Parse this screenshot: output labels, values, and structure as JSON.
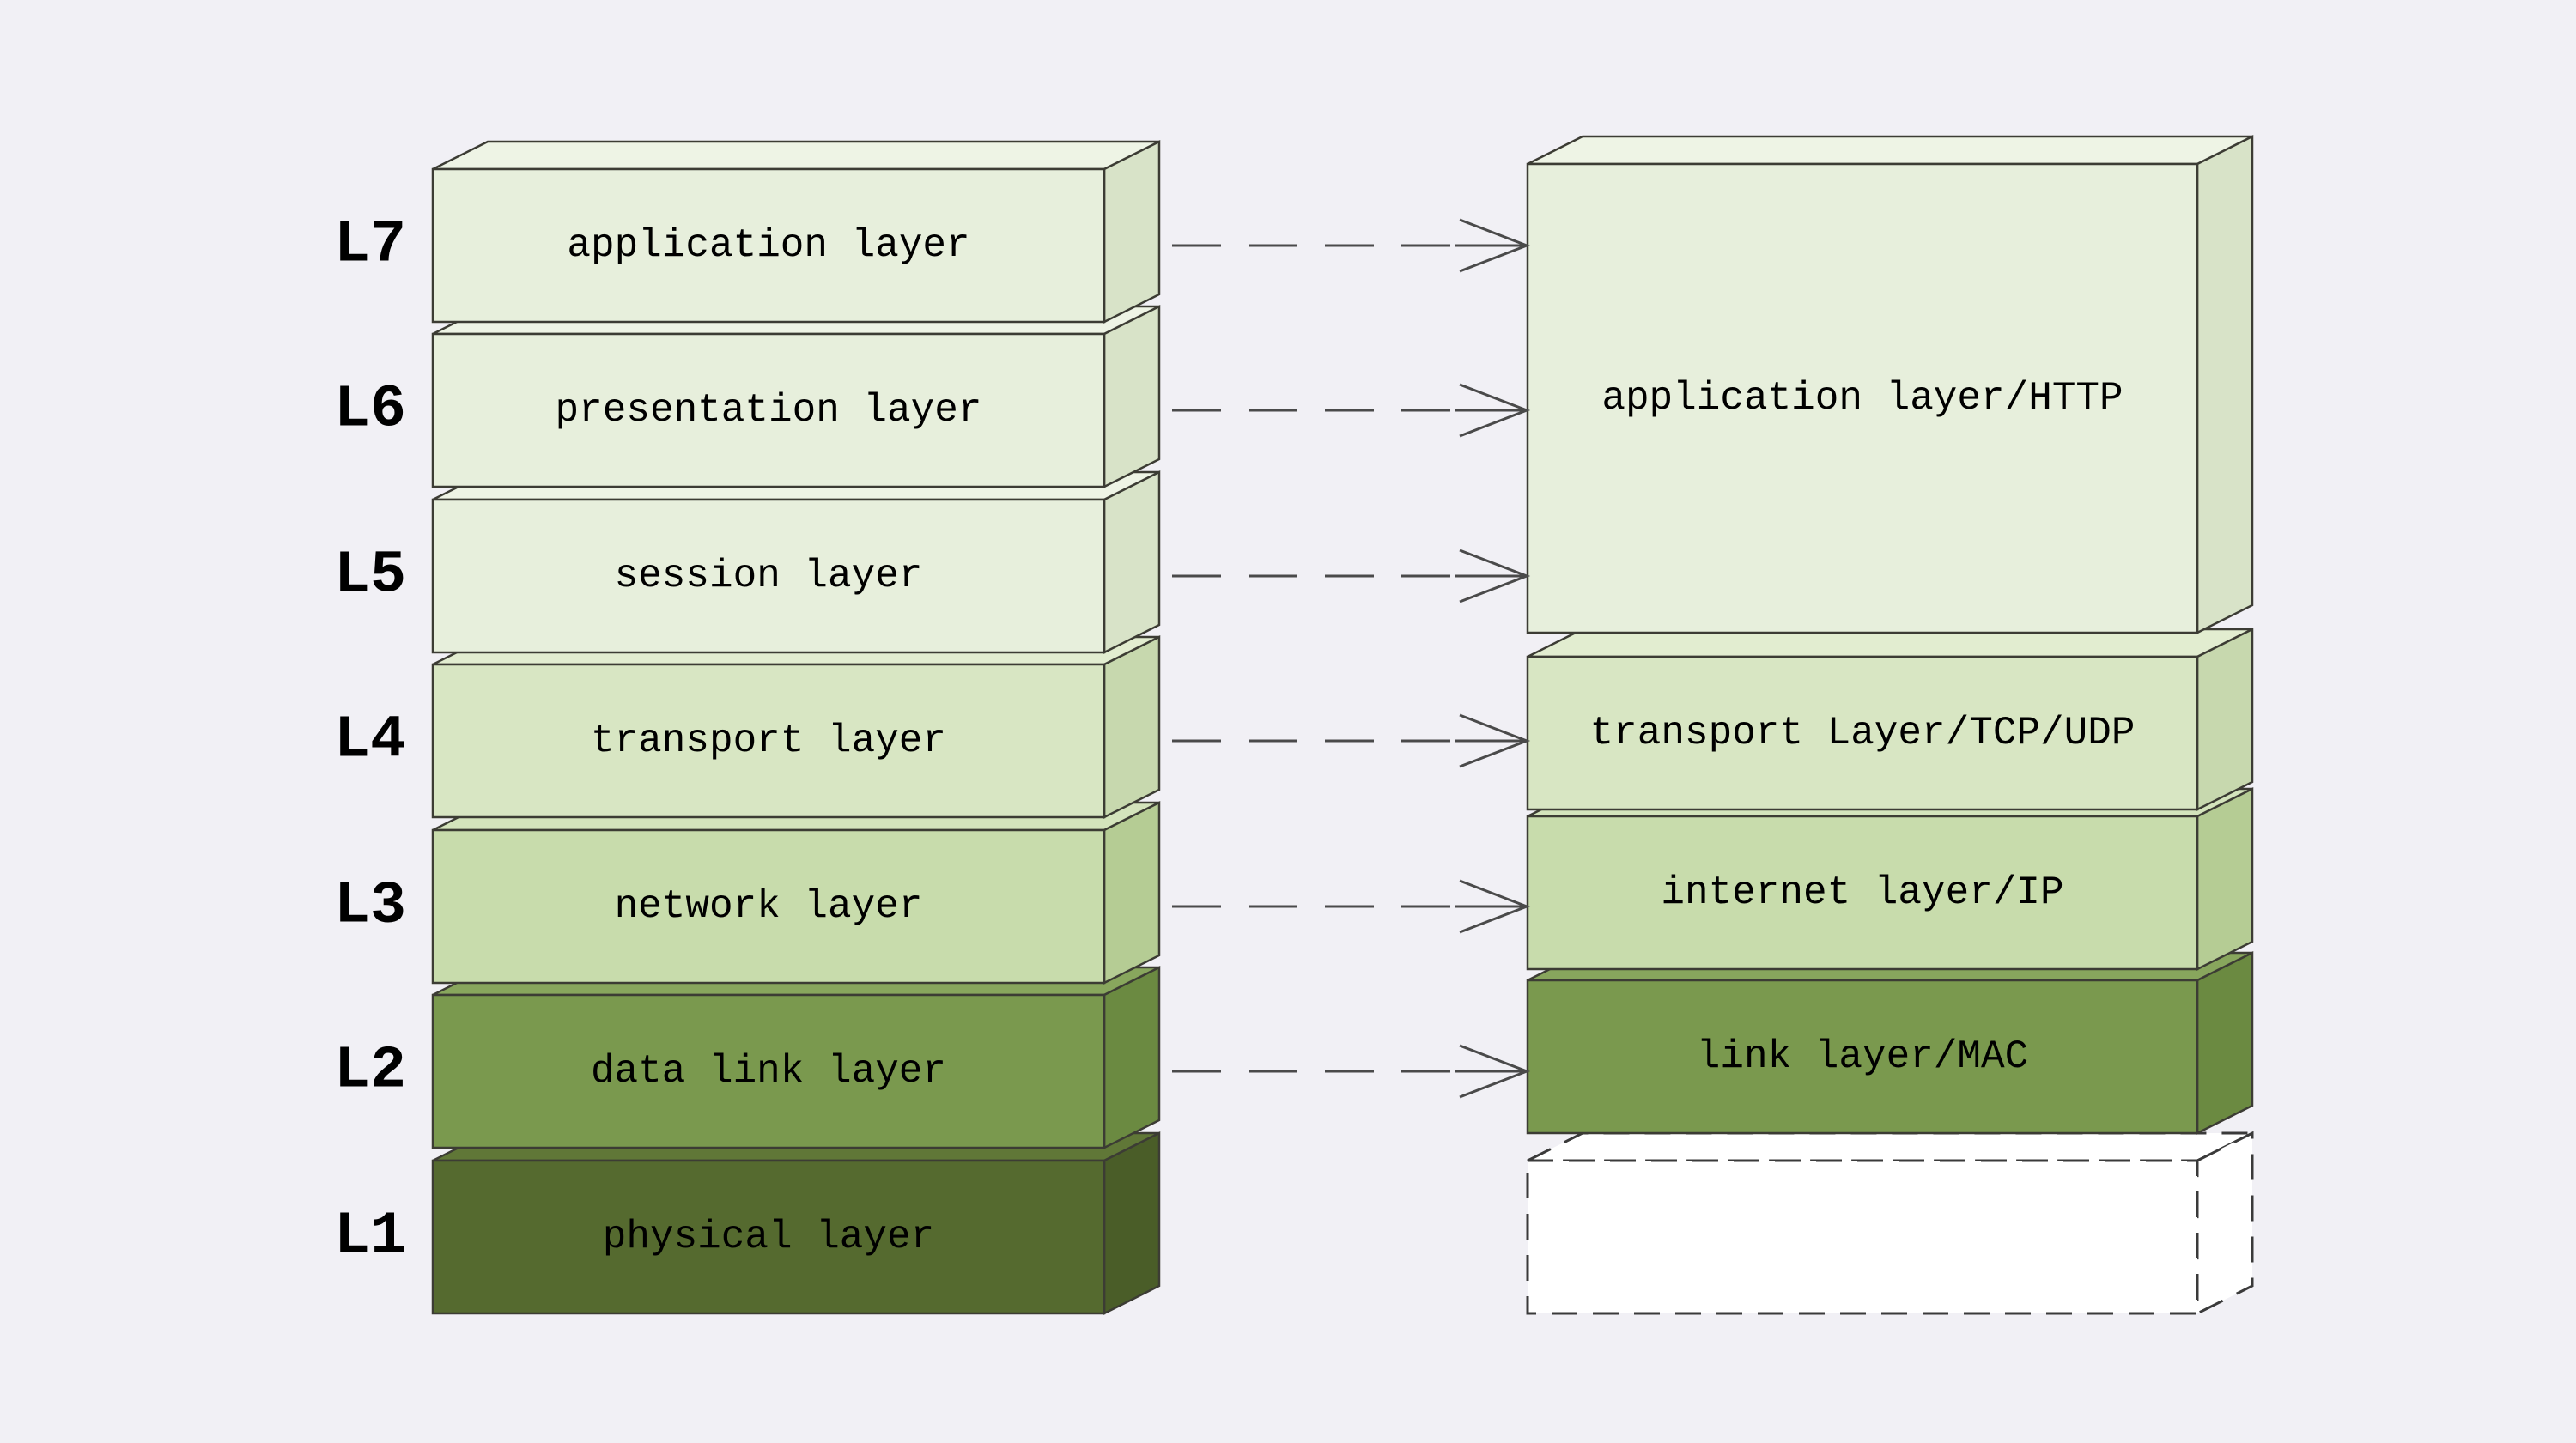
{
  "diagram": {
    "left_stack": {
      "layers": [
        {
          "id": "L7",
          "label": "application layer",
          "tone": "light"
        },
        {
          "id": "L6",
          "label": "presentation layer",
          "tone": "light"
        },
        {
          "id": "L5",
          "label": "session layer",
          "tone": "light"
        },
        {
          "id": "L4",
          "label": "transport layer",
          "tone": "mid_light"
        },
        {
          "id": "L3",
          "label": "network layer",
          "tone": "mid"
        },
        {
          "id": "L2",
          "label": "data link layer",
          "tone": "olive"
        },
        {
          "id": "L1",
          "label": "physical layer",
          "tone": "dark"
        }
      ]
    },
    "right_stack": {
      "boxes": [
        {
          "label": "application layer/HTTP",
          "tone": "light"
        },
        {
          "label": "transport Layer/TCP/UDP",
          "tone": "mid_light"
        },
        {
          "label": "internet layer/IP",
          "tone": "mid"
        },
        {
          "label": "link layer/MAC",
          "tone": "olive"
        },
        {
          "label": "",
          "tone": "empty_dashed"
        }
      ]
    },
    "arrows": {
      "style": "dashed-open-head",
      "count": 6
    }
  },
  "palette": {
    "background": "#f1f0f5",
    "border": "#3c3c34",
    "arrow": "#4a4a4a",
    "text": "#000000",
    "light": {
      "front": "#e7efdc",
      "top": "#eef4e5",
      "side": "#d8e3c8"
    },
    "mid_light": {
      "front": "#d8e6c3",
      "top": "#e2edd0",
      "side": "#c7d8ae"
    },
    "mid": {
      "front": "#c8dcac",
      "top": "#d4e4bc",
      "side": "#b5cc94"
    },
    "olive": {
      "front": "#7a994e",
      "top": "#88a65d",
      "side": "#6b8a41"
    },
    "dark": {
      "front": "#556a2f",
      "top": "#607737",
      "side": "#4a5d28"
    },
    "empty": {
      "front": "#ffffff",
      "top": "#ffffff",
      "side": "#ffffff"
    }
  }
}
